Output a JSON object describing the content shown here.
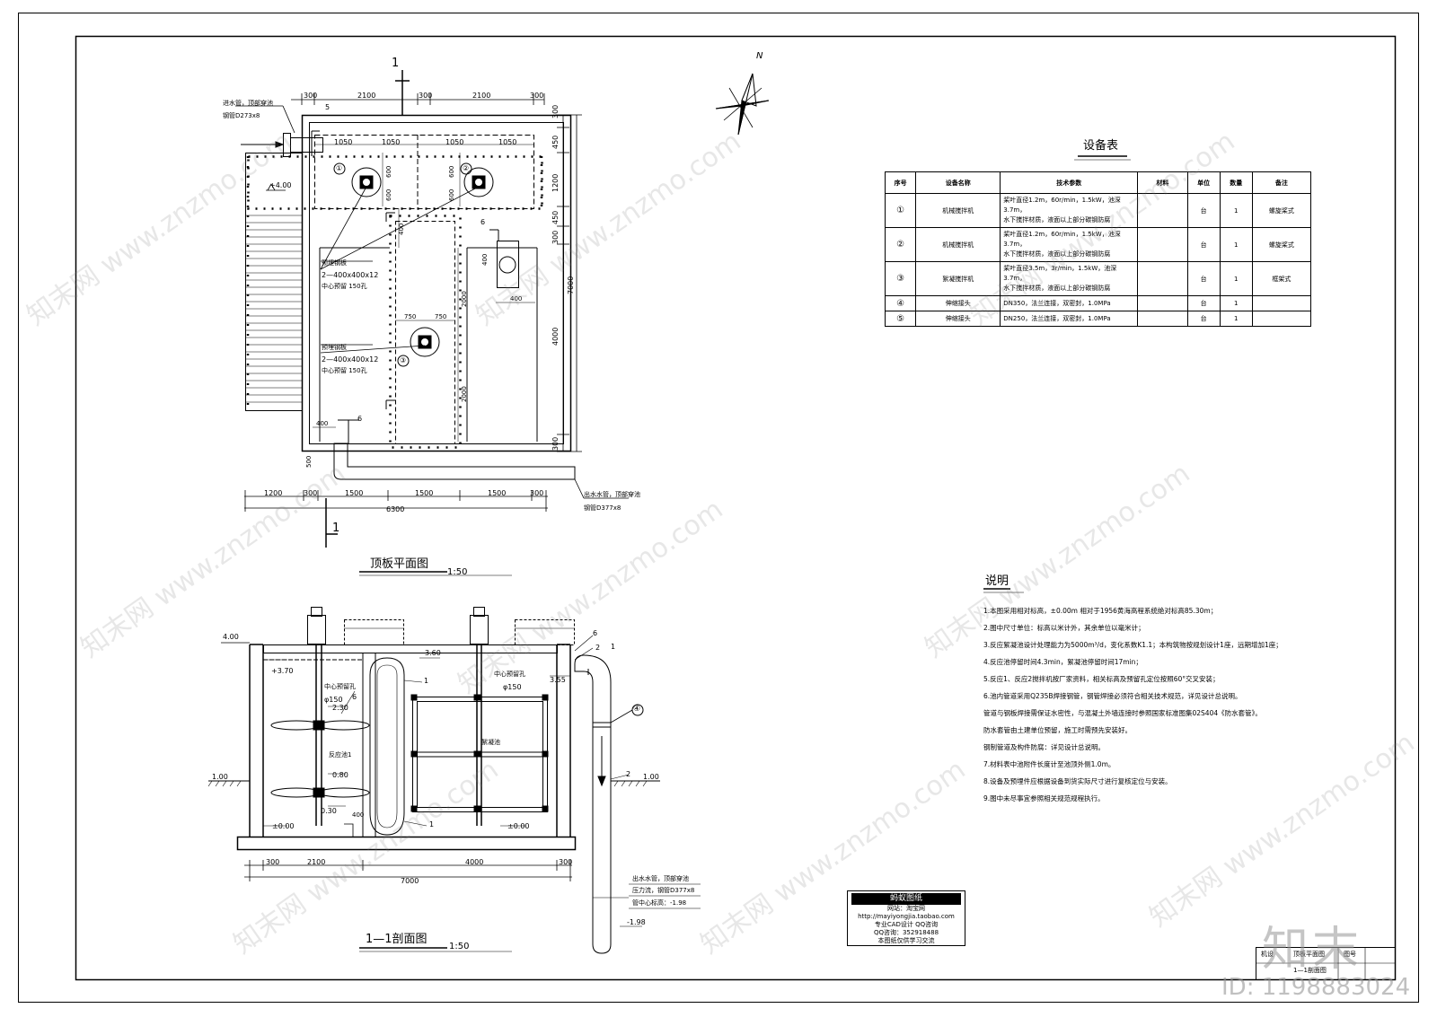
{
  "plan": {
    "title": "顶板平面图",
    "scale": "1:50",
    "section_mark_top": "1",
    "section_mark_bottom": "1",
    "north": "N",
    "inlet_label_1": "进水管，顶部穿池",
    "inlet_label_2": "钢管D273x8",
    "outlet_label_1": "出水水管，顶部穿池",
    "outlet_label_2": "钢管D377x8",
    "elev_400": "+4.00",
    "dims_top": [
      "300",
      "2100",
      "300",
      "2100",
      "300"
    ],
    "dims_sub": [
      "1050",
      "1050",
      "1050",
      "1050"
    ],
    "dims_bottom": [
      "1200",
      "300",
      "1500",
      "1500",
      "1500",
      "300"
    ],
    "dim_total": "6300",
    "dims_right": [
      "300",
      "450",
      "1200",
      "450",
      "300",
      "4000",
      "300"
    ],
    "dim_right_total": "7000",
    "dim_600a": "600",
    "dim_600b": "600",
    "dim_600c": "600",
    "dim_600d": "600",
    "dim_400a": "400",
    "dim_400b": "400",
    "dim_400c": "400",
    "dim_400d": "400",
    "dim_2000a": "2000",
    "dim_2000b": "2000",
    "dim_750a": "750",
    "dim_750b": "750",
    "dim_500": "500",
    "callout_5": "5",
    "callout_6a": "6",
    "callout_6b": "6",
    "plate_note_1": "预埋钢板",
    "plate_note_2": "2—400x400x12",
    "plate_note_3": "中心预留 150孔",
    "eq1": "①",
    "eq2": "②",
    "eq3": "③"
  },
  "section": {
    "title": "1—1剖面图",
    "scale": "1:50",
    "e400": "4.00",
    "e370": "+3.70",
    "e360": "3.60",
    "e355": "3.55",
    "e230": "2.30",
    "e080": "0.80",
    "e030": "0.30",
    "e000a": "±0.00",
    "e000b": "±0.00",
    "e100a": "1.00",
    "e100b": "1.00",
    "e198": "-1.98",
    "hole1": "中心预留孔",
    "hole2": "中心预留孔",
    "phi1": "φ150",
    "phi2": "φ150",
    "tank1": "反应池1",
    "tank2": "絮凝池",
    "dims": [
      "300",
      "2100",
      "4000",
      "300"
    ],
    "dim_total": "7000",
    "dim_400": "400",
    "c1a": "1",
    "c1b": "1",
    "c1c": "1",
    "c2": "2",
    "c2b": "2",
    "c4": "④",
    "c6a": "6",
    "c6b": "6",
    "outlet_1": "出水水管，顶部穿池",
    "outlet_2": "压力流，钢管D377x8",
    "outlet_3": "管中心标高：-1.98"
  },
  "equipment": {
    "title": "设备表",
    "headers": [
      "序号",
      "设备名称",
      "技术参数",
      "材料",
      "单位",
      "数量",
      "备注"
    ],
    "rows": [
      {
        "no": "①",
        "name": "机械搅拌机",
        "spec1": "桨叶直径1.2m，60r/min，1.5kW，池深3.7m，",
        "spec2": "水下搅拌材质，液面以上部分碳钢防腐",
        "material": "",
        "unit": "台",
        "qty": "1",
        "note": "螺旋桨式"
      },
      {
        "no": "②",
        "name": "机械搅拌机",
        "spec1": "桨叶直径1.2m，60r/min，1.5kW，池深3.7m，",
        "spec2": "水下搅拌材质，液面以上部分碳钢防腐",
        "material": "",
        "unit": "台",
        "qty": "1",
        "note": "螺旋桨式"
      },
      {
        "no": "③",
        "name": "絮凝搅拌机",
        "spec1": "桨叶直径3.5m，3r/min，1.5kW，池深3.7m，",
        "spec2": "水下搅拌材质，液面以上部分碳钢防腐",
        "material": "",
        "unit": "台",
        "qty": "1",
        "note": "框架式"
      },
      {
        "no": "④",
        "name": "伸缩接头",
        "spec1": "DN350，法兰连接，双密封，1.0MPa",
        "spec2": "",
        "material": "",
        "unit": "台",
        "qty": "1",
        "note": ""
      },
      {
        "no": "⑤",
        "name": "伸缩接头",
        "spec1": "DN250，法兰连接，双密封，1.0MPa",
        "spec2": "",
        "material": "",
        "unit": "台",
        "qty": "1",
        "note": ""
      }
    ]
  },
  "notes": {
    "title": "说明",
    "items": [
      "1.本图采用相对标高，±0.00m 相对于1956黄海高程系统绝对标高85.30m；",
      "2.图中尺寸单位：标高以米计外，其余单位以毫米计；",
      "3.反应絮凝池设计处理能力为5000m³/d，变化系数K1.1；本构筑物按规划设计1座，远期增加1座；",
      "4.反应池停留时间4.3min，絮凝池停留时间17min；",
      "5.反应1、反应2搅拌机按厂家资料，相关标高及预留孔定位按照60°交叉安装；",
      "6.池内管道采用Q235B焊接钢管，钢管焊接必须符合相关技术规范，详见设计总说明。",
      "   管道与钢板焊接需保证水密性，与混凝土外墙连接时参照国家标准图集02S404《防水套管》。",
      "   防水套管由土建单位预留，施工时需预先安装好。",
      "   钢制管道及构件防腐：详见设计总说明。",
      "7.材料表中池附件长度计至池顶外侧1.0m。",
      "8.设备及预埋件应根据设备到货实际尺寸进行复核定位与安装。",
      "9.图中未尽事宜参照相关规范规程执行。"
    ]
  },
  "stamp": {
    "header": "蚂蚁图纸",
    "line1": "网站：淘宝网  http://mayiyongjia.taobao.com",
    "line2": "专业CAD设计 QQ咨询",
    "line3": "QQ咨询：352918488",
    "line4": "本图纸仅供学习交流"
  },
  "titleblock": {
    "a": "顶板平面图",
    "b": "1—1剖面图",
    "c": "图号",
    "d": "机设"
  },
  "watermark": "知末网 www.znzmo.com",
  "logo": "知末",
  "image_id": "ID: 1198883024"
}
